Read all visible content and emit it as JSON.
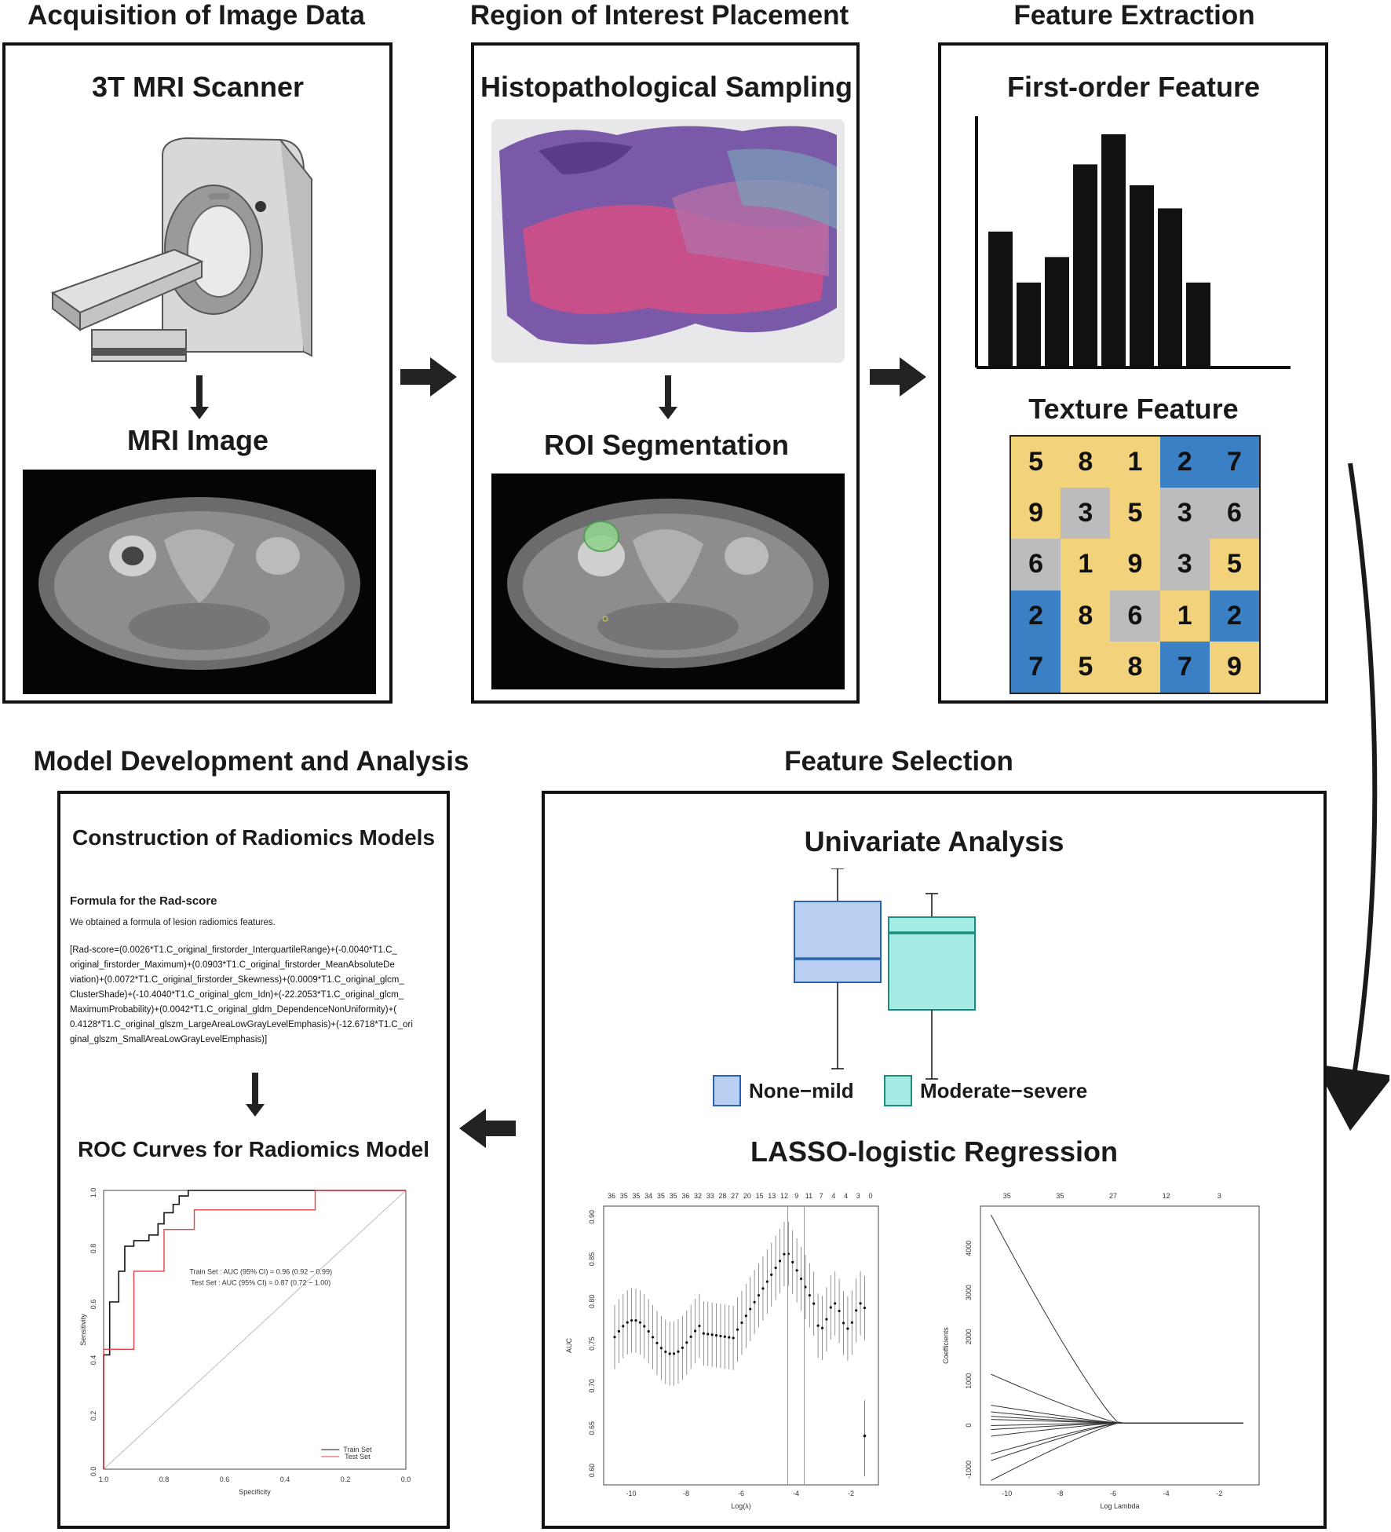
{
  "top": {
    "acquisition": {
      "title": "Acquisition of Image Data",
      "scanner_label": "3T MRI Scanner",
      "image_label": "MRI Image"
    },
    "roi": {
      "title": "Region of Interest Placement",
      "histo_label": "Histopathological Sampling",
      "seg_label": "ROI Segmentation"
    },
    "features": {
      "title": "Feature Extraction",
      "first_order_label": "First-order Feature",
      "texture_label": "Texture Feature",
      "histogram_bars": [
        0.58,
        0.36,
        0.47,
        0.87,
        1.0,
        0.78,
        0.68,
        0.36
      ],
      "texture_grid": [
        [
          "5",
          "8",
          "1",
          "2",
          "7"
        ],
        [
          "9",
          "3",
          "5",
          "3",
          "6"
        ],
        [
          "6",
          "1",
          "9",
          "3",
          "5"
        ],
        [
          "2",
          "8",
          "6",
          "1",
          "2"
        ],
        [
          "7",
          "5",
          "8",
          "7",
          "9"
        ]
      ],
      "texture_colors": [
        [
          "y",
          "y",
          "y",
          "b",
          "b"
        ],
        [
          "y",
          "g",
          "y",
          "g",
          "g"
        ],
        [
          "g",
          "y",
          "y",
          "g",
          "y"
        ],
        [
          "b",
          "y",
          "g",
          "y",
          "b"
        ],
        [
          "b",
          "y",
          "y",
          "b",
          "y"
        ]
      ],
      "palette": {
        "y": "#f2d27a",
        "b": "#3b7fc4",
        "g": "#bcbcbc"
      }
    }
  },
  "bottom": {
    "model": {
      "title": "Model Development and Analysis",
      "construction_label": "Construction of Radiomics Models",
      "formula_heading": "Formula for the Rad-score",
      "formula_intro": "We obtained a formula of lesion radiomics features.",
      "formula_lines": [
        "[Rad-score=(0.0026*T1.C_original_firstorder_InterquartileRange)+(-0.0040*T1.C_",
        "original_firstorder_Maximum)+(0.0903*T1.C_original_firstorder_MeanAbsoluteDe",
        "viation)+(0.0072*T1.C_original_firstorder_Skewness)+(0.0009*T1.C_original_glcm_",
        "ClusterShade)+(-10.4040*T1.C_original_glcm_Idn)+(-22.2053*T1.C_original_glcm_",
        "MaximumProbability)+(0.0042*T1.C_original_gldm_DependenceNonUniformity)+(",
        "0.4128*T1.C_original_glszm_LargeAreaLowGrayLevelEmphasis)+(-12.6718*T1.C_ori",
        "ginal_glszm_SmallAreaLowGrayLevelEmphasis)]"
      ],
      "roc_label": "ROC Curves for Radiomics Model",
      "roc": {
        "train_text": "Train Set : AUC (95% CI) = 0.96 (0.92 ~ 0.99)",
        "test_text": "Test Set : AUC (95% CI) = 0.87 (0.72 ~ 1.00)",
        "legend": [
          "Train Set",
          "Test Set"
        ],
        "xlabel": "Specificity",
        "ylabel": "Sensitivity",
        "x_ticks": [
          "1.0",
          "0.8",
          "0.6",
          "0.4",
          "0.2",
          "0.0"
        ],
        "y_ticks": [
          "0.0",
          "0.2",
          "0.4",
          "0.6",
          "0.8",
          "1.0"
        ],
        "train_color": "#111111",
        "test_color": "#e0404a"
      }
    },
    "selection": {
      "title": "Feature Selection",
      "univariate_label": "Univariate Analysis",
      "legend": [
        "None−mild",
        "Moderate−severe"
      ],
      "box_colors": [
        "#b9cff2",
        "#a6ece4"
      ],
      "box_stroke": [
        "#2a62b0",
        "#1a8c80"
      ],
      "lasso_label": "LASSO-logistic Regression",
      "cv_plot": {
        "top_ticks": [
          "36",
          "35",
          "35",
          "34",
          "35",
          "35",
          "36",
          "32",
          "33",
          "28",
          "27",
          "20",
          "15",
          "13",
          "12",
          "9",
          "11",
          "7",
          "4",
          "4",
          "3",
          "0"
        ],
        "y_ticks": [
          "0.60",
          "0.65",
          "0.70",
          "0.75",
          "0.80",
          "0.85",
          "0.90"
        ],
        "x_ticks": [
          "-10",
          "-8",
          "-6",
          "-4",
          "-2"
        ],
        "xlabel": "Log(λ)",
        "ylabel": "AUC"
      },
      "coef_plot": {
        "top_ticks": [
          "35",
          "35",
          "27",
          "12",
          "3"
        ],
        "y_ticks": [
          "-1000",
          "0",
          "1000",
          "2000",
          "3000",
          "4000"
        ],
        "x_ticks": [
          "-10",
          "-8",
          "-6",
          "-4",
          "-2"
        ],
        "xlabel": "Log Lambda",
        "ylabel": "Coefficients"
      }
    }
  }
}
